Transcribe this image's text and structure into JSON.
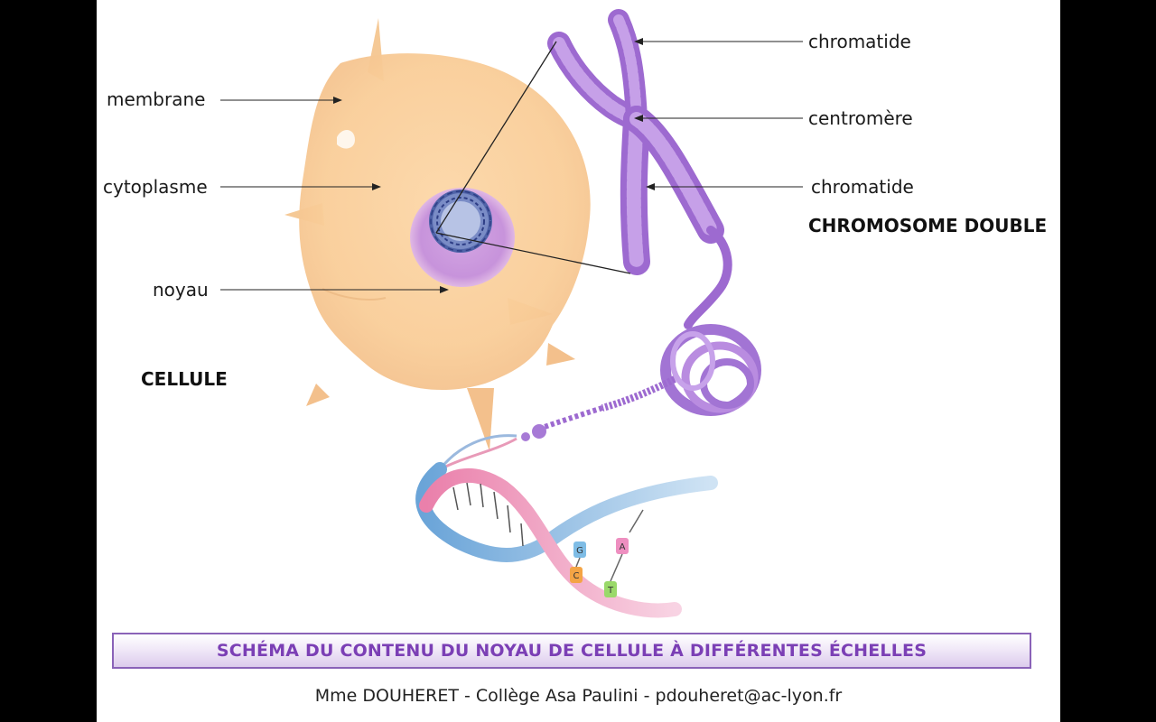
{
  "labels": {
    "membrane": "membrane",
    "cytoplasme": "cytoplasme",
    "noyau": "noyau",
    "cellule": "CELLULE",
    "chromatide_top": "chromatide",
    "centromere": "centromère",
    "chromatide_bottom": "chromatide",
    "chromosome_double": "CHROMOSOME DOUBLE"
  },
  "dna_bases": [
    "G",
    "A",
    "C",
    "T"
  ],
  "banner": {
    "title": "SCHÉMA DU CONTENU DU NOYAU DE CELLULE À DIFFÉRENTES ÉCHELLES"
  },
  "footer": {
    "credit": "Mme DOUHERET  - Collège Asa Paulini - pdouheret@ac-lyon.fr"
  },
  "colors": {
    "cell": "#f9cf9a",
    "nucleus": "#c99ad9",
    "chromosome": "#a776d6",
    "dna_blue": "#6fa6d8",
    "dna_pink": "#ec85ad",
    "banner_text": "#7b3fb5"
  }
}
